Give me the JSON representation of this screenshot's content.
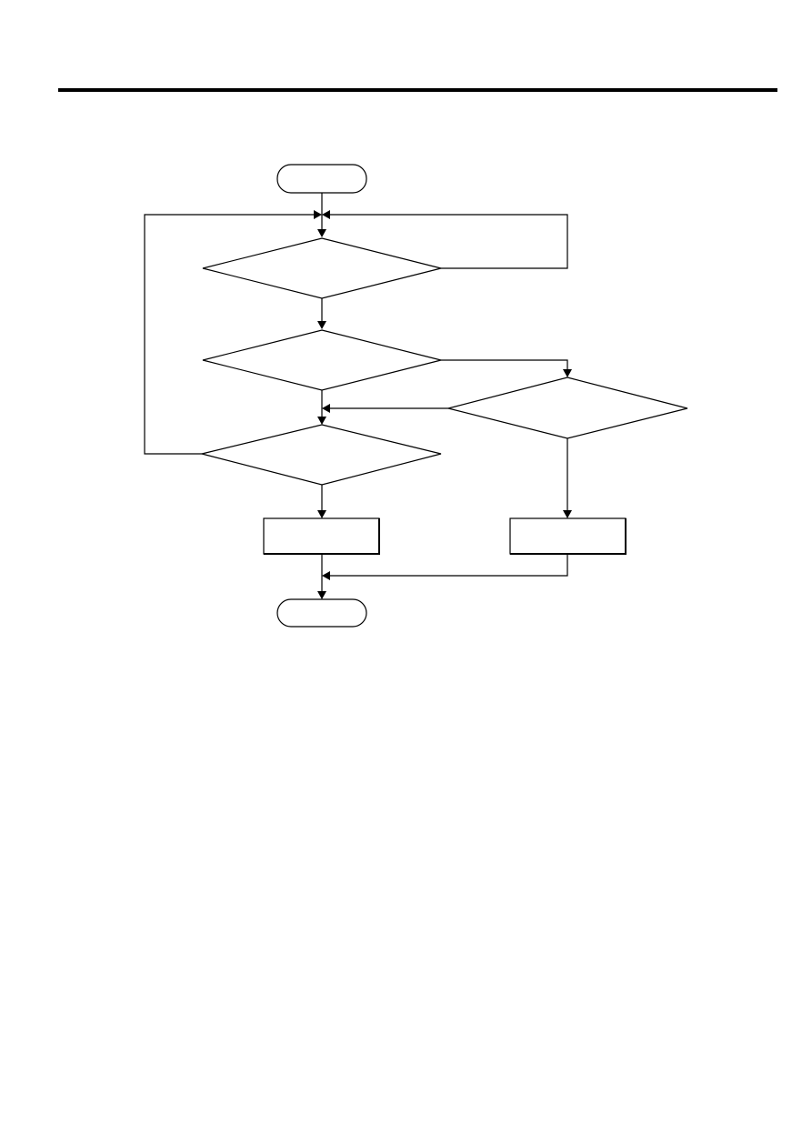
{
  "page": {
    "header_rule": true
  },
  "flowchart": {
    "nodes": [
      {
        "id": "start",
        "type": "terminal",
        "label": ""
      },
      {
        "id": "decision-1",
        "type": "decision",
        "label": ""
      },
      {
        "id": "decision-2",
        "type": "decision",
        "label": ""
      },
      {
        "id": "decision-3",
        "type": "decision",
        "label": ""
      },
      {
        "id": "decision-4",
        "type": "decision",
        "label": ""
      },
      {
        "id": "process-left",
        "type": "process",
        "label": ""
      },
      {
        "id": "process-right",
        "type": "process",
        "label": ""
      },
      {
        "id": "end",
        "type": "terminal",
        "label": ""
      }
    ],
    "colors": {
      "stroke": "#000000",
      "fill": "#ffffff"
    }
  }
}
